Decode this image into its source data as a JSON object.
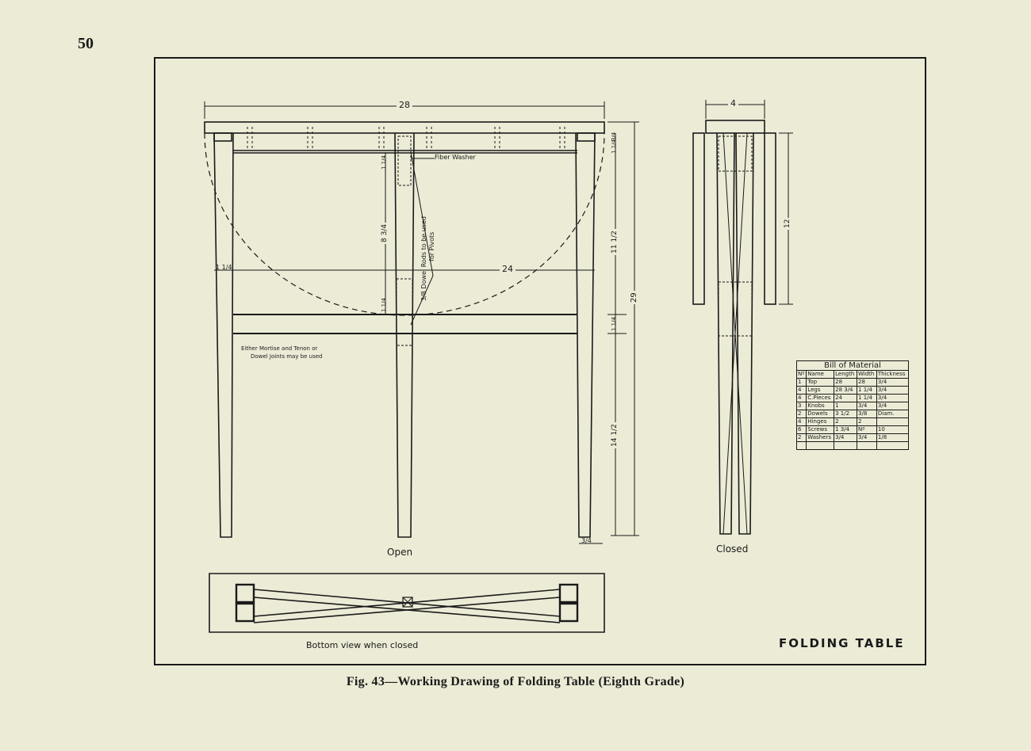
{
  "page_number": "50",
  "caption": "Fig. 43—Working Drawing of Folding Table (Eighth Grade)",
  "drawing_title": "FOLDING TABLE",
  "views": {
    "open": "Open",
    "closed": "Closed",
    "bottom": "Bottom view when closed"
  },
  "notes": {
    "fiber_washer": "Fiber Washer",
    "dowel_rods_line1": "3/8 Dowel Rods to be used",
    "dowel_rods_line2": "for Pivots",
    "joints_line1": "Either Mortise and Tenon or",
    "joints_line2": "Dowel Joints may be used"
  },
  "dimensions": {
    "top_length": "28",
    "drop_leaf_span": "24",
    "closed_width": "4",
    "closed_height": "12",
    "total_height": "29",
    "upper_segment": "11 1/2",
    "lower_segment": "14 1/2",
    "top_thickness": "3/4",
    "rail_width": "1 1/4",
    "mid_rail": "1 1/4",
    "pivot_spacing": "8 3/4",
    "leg_offset": "1 1/4",
    "bottom_taper": "3/4",
    "pivot_upper": "1 1/4",
    "pivot_lower": "1 1/4"
  },
  "bill_of_material": {
    "title": "Bill of Material",
    "headers": [
      "Nº",
      "Name",
      "Length",
      "Width",
      "Thickness"
    ],
    "rows": [
      [
        "1",
        "Top",
        "28",
        "28",
        "3/4"
      ],
      [
        "4",
        "Legs",
        "28 3/4",
        "1 1/4",
        "3/4"
      ],
      [
        "4",
        "C.Pieces",
        "24",
        "1 1/4",
        "3/4"
      ],
      [
        "3",
        "Knobs",
        "1",
        "3/4",
        "3/4"
      ],
      [
        "2",
        "Dowels",
        "3 1/2",
        "3/8",
        "Diam."
      ],
      [
        "4",
        "Hinges",
        "2",
        "2",
        ""
      ],
      [
        "6",
        "Screws",
        "1 3/4",
        "Nº",
        "10"
      ],
      [
        "2",
        "Washers",
        "3/4",
        "3/4",
        "1/8"
      ],
      [
        "",
        "",
        "",
        "",
        ""
      ]
    ]
  }
}
